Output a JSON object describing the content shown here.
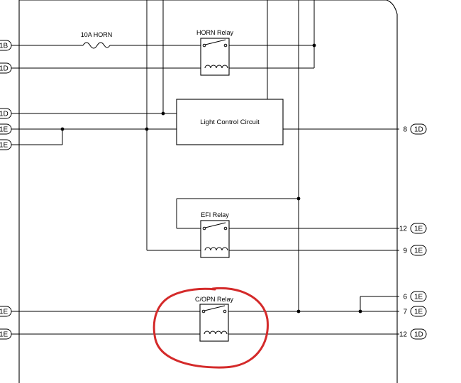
{
  "components": {
    "fuse": {
      "label": "10A HORN"
    },
    "horn_relay": {
      "label": "HORN Relay"
    },
    "light_control": {
      "label": "Light Control Circuit"
    },
    "efi_relay": {
      "label": "EFI Relay"
    },
    "copn_relay": {
      "label": "C/OPN Relay"
    }
  },
  "left_connectors": [
    {
      "id": "1B"
    },
    {
      "id": "1D"
    },
    {
      "id": "1D"
    },
    {
      "id": "1E"
    },
    {
      "id": "1E"
    },
    {
      "id": "1E"
    },
    {
      "id": "1E"
    }
  ],
  "right_connectors": [
    {
      "pin": "8",
      "id": "1D"
    },
    {
      "pin": "12",
      "id": "1E"
    },
    {
      "pin": "9",
      "id": "1E"
    },
    {
      "pin": "6",
      "id": "1E"
    },
    {
      "pin": "7",
      "id": "1E"
    },
    {
      "pin": "12",
      "id": "1D"
    }
  ],
  "highlight_color": "#d42a2a"
}
